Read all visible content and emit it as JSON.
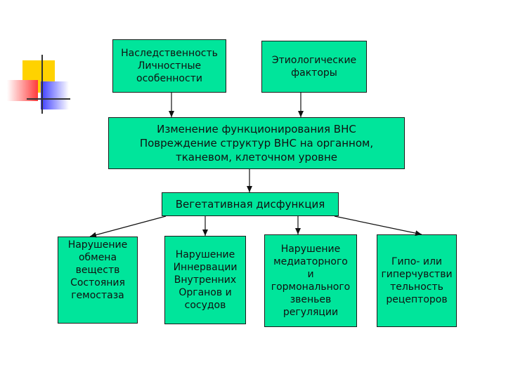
{
  "colors": {
    "box_fill": "#00e59b",
    "deco_yellow": "#ffd200",
    "deco_red": "#ff3b3b",
    "deco_blue": "#3b3bff"
  },
  "boxes": {
    "heredity": "Наследственность\nЛичностные\nособенности",
    "etiology": "Этиологические\nфакторы",
    "ans_change": "Изменение функционирования ВНС\nПовреждение структур ВНС на органном,\nтканевом, клеточном уровне",
    "vegetative": "Вегетативная дисфункция",
    "metabolism": "Нарушение\nобмена\nвеществ\nСостояния\nгемостаза",
    "innervation": "Нарушение\nИннервации\nВнутренних\nОрганов и\nсосудов",
    "mediator": "Нарушение\nмедиаторного\nи\nгормонального\nзвеньев\nрегуляции",
    "receptors": "Гипо- или\nгиперчувстви\nтельность\nрецепторов"
  }
}
